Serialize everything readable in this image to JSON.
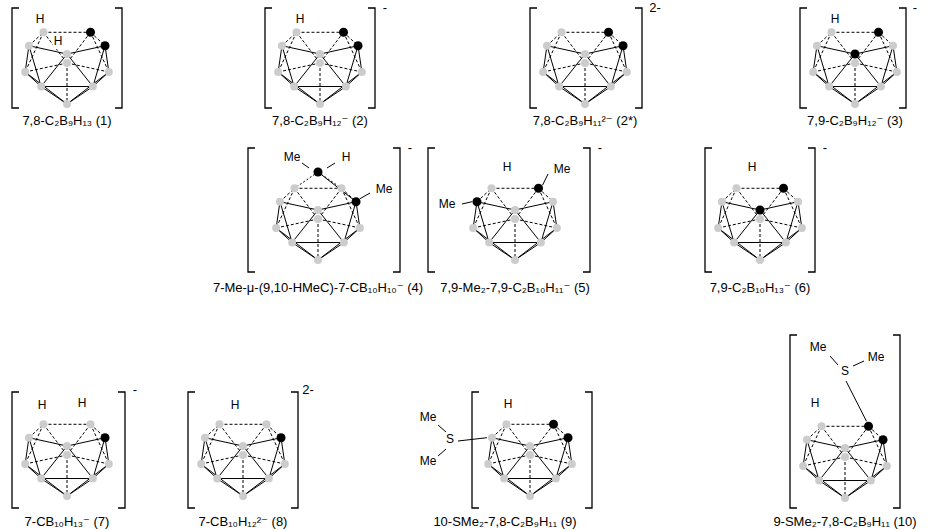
{
  "diagram": {
    "labels": [
      "H",
      "H",
      "7,8-C₂B₉H₁₃ (1)",
      "H",
      "-",
      "7,8-C₂B₉H₁₂⁻ (2)",
      "2-",
      "7,8-C₂B₉H₁₁²⁻ (2*)",
      "H",
      "-",
      "7,9-C₂B₉H₁₂⁻ (3)",
      "Me",
      "H",
      "Me",
      "-",
      "7-Me-μ-(9,10-HMeC)-7-CB₁₀H₁₀⁻ (4)",
      "H",
      "Me",
      "Me",
      "-",
      "7,9-Me₂-7,9-C₂B₁₀H₁₁⁻ (5)",
      "H",
      "-",
      "7,9-C₂B₁₀H₁₃⁻ (6)",
      "H",
      "H",
      "-",
      "7-CB₁₀H₁₃⁻ (7)",
      "H",
      "2-",
      "7-CB₁₀H₁₂²⁻ (8)",
      "Me",
      "S",
      "Me",
      "H",
      "10-SMe₂-7,8-C₂B₉H₁₁ (9)",
      "Me",
      "S",
      "Me",
      "H",
      "9-SMe₂-7,8-C₂B₉H₁₁ (10)"
    ]
  }
}
